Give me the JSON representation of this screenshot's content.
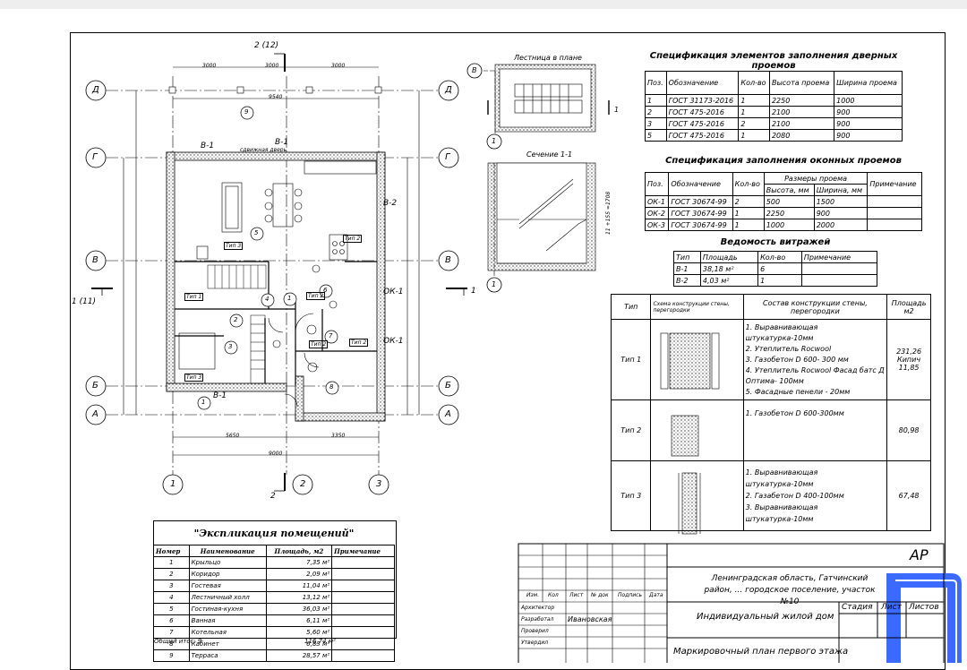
{
  "drawing": {
    "axes_letters": [
      "Д",
      "Г",
      "В",
      "Б",
      "А"
    ],
    "axes_numbers": [
      "1",
      "2",
      "3"
    ],
    "section_top": "2 (12)",
    "section_bottom": "2",
    "section_left": "1 (11)",
    "section_right": "1",
    "labels": {
      "v1_top": "В-1",
      "v1_mid": "В-1",
      "v1_bot": "В-1",
      "v2": "В-2",
      "ok1_a": "ОК-1",
      "ok1_b": "ОК-1",
      "dim_top1": "3000",
      "dim_top2": "3000",
      "dim_top3": "3000",
      "dim_top_total": "9540",
      "dim_bottom1": "5650",
      "dim_bottom2": "3350",
      "dim_bottom_total": "9000",
      "sdvizh": "сдвижная дверь"
    },
    "rooms": [
      "9",
      "5",
      "4",
      "2",
      "3",
      "1",
      "6",
      "7",
      "8",
      "1"
    ],
    "wall_types": [
      "Тип 3",
      "Тип 2",
      "Тип 1",
      "Тип 2",
      "Тип 3",
      "Тип 2",
      "Тип 2"
    ]
  },
  "stair_plan": {
    "title": "Лестница в плане",
    "axis": "В",
    "axis2": "1",
    "mark": "1"
  },
  "section": {
    "title": "Сечение 1-1",
    "axis": "1",
    "mark_a": "11 +155 =1708"
  },
  "door_spec": {
    "title": "Спецификация элементов заполнения дверных проемов",
    "headers": [
      "Поз.",
      "Обозначение",
      "Кол-во",
      "Высота проема",
      "Ширина проема"
    ],
    "rows": [
      [
        "1",
        "ГОСТ 31173-2016",
        "1",
        "2250",
        "1000"
      ],
      [
        "2",
        "ГОСТ 475-2016",
        "1",
        "2100",
        "900"
      ],
      [
        "3",
        "ГОСТ 475-2016",
        "2",
        "2100",
        "900"
      ],
      [
        "5",
        "ГОСТ 475-2016",
        "1",
        "2080",
        "900"
      ]
    ]
  },
  "window_spec": {
    "title": "Спецификация заполнения оконных проемов",
    "headers": [
      "Поз.",
      "Обозначение",
      "Кол-во",
      "Размеры проема",
      "Примечание"
    ],
    "subheaders": [
      "Высота, мм",
      "Ширина, мм"
    ],
    "rows": [
      [
        "ОК-1",
        "ГОСТ 30674-99",
        "2",
        "500",
        "1500",
        ""
      ],
      [
        "ОК-2",
        "ГОСТ 30674-99",
        "1",
        "2250",
        "900",
        ""
      ],
      [
        "ОК-3",
        "ГОСТ 30674-99",
        "1",
        "1000",
        "2000",
        ""
      ]
    ]
  },
  "vitrage": {
    "title": "Ведомость витражей",
    "headers": [
      "Тип",
      "Площадь",
      "Кол-во",
      "Примечание"
    ],
    "rows": [
      [
        "В-1",
        "38,18 м²",
        "6",
        ""
      ],
      [
        "В-2",
        "4,03 м²",
        "1",
        ""
      ]
    ]
  },
  "walls": {
    "headers": [
      "Тип",
      "Схема конструкции стены, перегородки",
      "Состав конструкции стены, перегородки",
      "Площадь м2"
    ],
    "rows": [
      {
        "type": "Тип 1",
        "composition": [
          "1. Выравнивающая штукатурка-10мм",
          "2. Утеплитель Rocwool",
          "3. Газобетон D 600- 300 мм",
          "4. Утеплитель Rocwool Фасад батс Д Оптима- 100мм",
          "5. Фасадные пенели - 20мм"
        ],
        "area": "231,26\nКипич 11,85"
      },
      {
        "type": "Тип 2",
        "composition": [
          "1. Газобетон D 600-300мм"
        ],
        "area": "80,98"
      },
      {
        "type": "Тип 3",
        "composition": [
          "1. Выравнивающая штукатурка-10мм",
          "2. Газабетон D 400-100мм",
          "3. Выравнивающая штукатурка-10мм"
        ],
        "area": "67,48"
      }
    ]
  },
  "explication": {
    "title": "\"Экспликация помещений\"",
    "headers": [
      "Номер",
      "Наименование",
      "Площадь, м2",
      "Примечание"
    ],
    "rows": [
      [
        "1",
        "Крыльцо",
        "7,35 м²",
        ""
      ],
      [
        "2",
        "Коридор",
        "2,09 м²",
        ""
      ],
      [
        "3",
        "Гостевая",
        "11,04 м²",
        ""
      ],
      [
        "4",
        "Лестничный холл",
        "13,12 м²",
        ""
      ],
      [
        "5",
        "Гостиная-кухня",
        "36,03 м²",
        ""
      ],
      [
        "6",
        "Ванная",
        "6,11 м²",
        ""
      ],
      [
        "7",
        "Котельная",
        "5,60 м²",
        ""
      ],
      [
        "8",
        "Кабинет",
        "6,83 м²",
        ""
      ],
      [
        "9",
        "Терраса",
        "28,57 м²",
        ""
      ]
    ],
    "footer": "Общий итог: 9",
    "footer_total": "116,74 м²"
  },
  "stamp": {
    "code": "АР",
    "location": "Ленинградская область, Гатчинский район, ... городское поселение, участок №10",
    "object": "Индивидуальный жилой дом",
    "sheet": "Маркировочный план первого этажа",
    "stage": "Стадия",
    "sheets": "Листов",
    "sheet_label": "Лист",
    "cols": [
      "Изм.",
      "Кол",
      "Лист",
      "№ док",
      "Подпись",
      "Дата"
    ],
    "roles": [
      "Архитектор",
      "Разработал",
      "Проверил",
      "Утвердил"
    ],
    "developer": "Ивановская"
  },
  "colors": {
    "line": "#000000",
    "hatch": "#555555",
    "logo": "#2b5cff"
  }
}
